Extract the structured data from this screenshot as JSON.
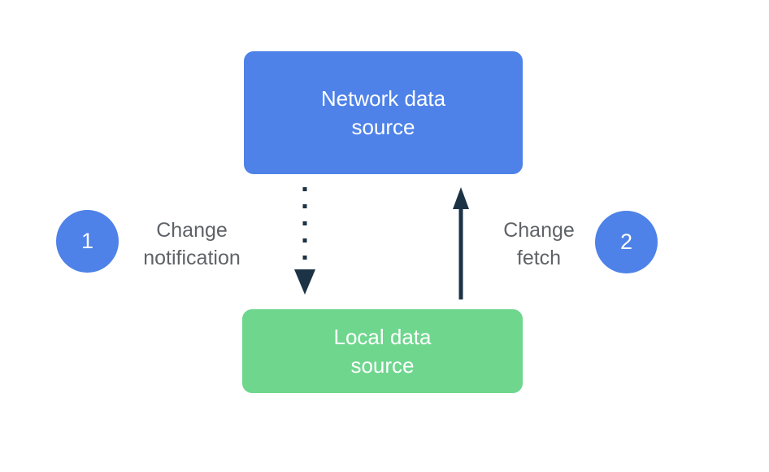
{
  "diagram": {
    "network_box": {
      "line1": "Network data",
      "line2": "source"
    },
    "local_box": {
      "line1": "Local data",
      "line2": "source"
    },
    "step1": {
      "number": "1",
      "label_line1": "Change",
      "label_line2": "notification"
    },
    "step2": {
      "number": "2",
      "label_line1": "Change",
      "label_line2": "fetch"
    },
    "arrows": {
      "change_notification": "dotted-down-arrow",
      "change_fetch": "solid-up-arrow"
    }
  },
  "colors": {
    "box-blue": "#4E82E8",
    "box-green": "#6FD68E",
    "circle-blue": "#4E82E8",
    "arrow-dark": "#1C3345",
    "label-gray": "#5F6368",
    "text-white": "#FFFFFF",
    "background": "#FFFFFF"
  }
}
